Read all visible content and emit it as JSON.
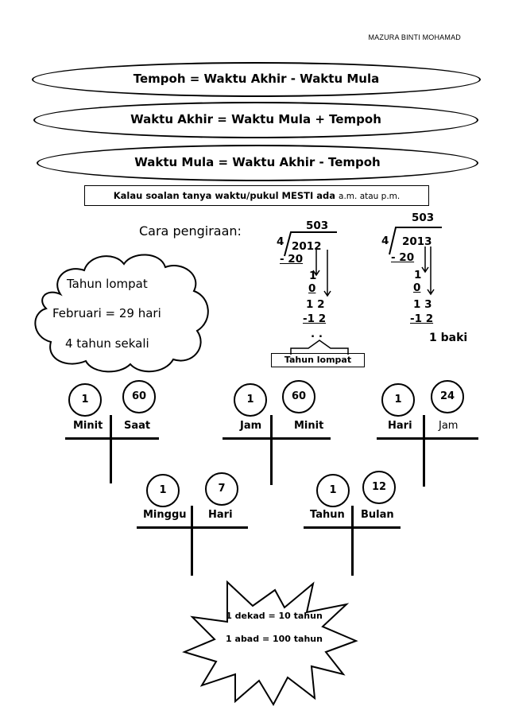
{
  "author": "MAZURA BINTI MOHAMAD",
  "formulas": {
    "f1": "Tempoh = Waktu Akhir - Waktu Mula",
    "f2": "Waktu Akhir = Waktu Mula + Tempoh",
    "f3": "Waktu Mula = Waktu Akhir - Tempoh"
  },
  "note": {
    "text": "Kalau soalan tanya waktu/pukul MESTI ada",
    "ampm": "a.m. atau  p.m."
  },
  "cara": "Cara pengiraan:",
  "cloud": {
    "line1": "Tahun lompat",
    "line2": "Februari = 29 hari",
    "line3": "4 tahun sekali"
  },
  "division_left": {
    "quotient": "503",
    "divisor": "4",
    "dividend": "2012",
    "sub1": "- 20",
    "r1": "1",
    "r2": "0",
    "r3": "1 2",
    "sub3": "-1 2",
    "result": ". .",
    "label": "Tahun lompat"
  },
  "division_right": {
    "quotient": "503",
    "divisor": "4",
    "dividend": "2013",
    "sub1": "- 20",
    "r1": "1",
    "r2": "0",
    "r3": "1 3",
    "sub3": "-1 2",
    "baki": "1 baki"
  },
  "conversions": [
    {
      "a": "1",
      "b": "60",
      "ua": "Minit",
      "ub": "Saat"
    },
    {
      "a": "1",
      "b": "60",
      "ua": "Jam",
      "ub": "Minit"
    },
    {
      "a": "1",
      "b": "24",
      "ua": "Hari",
      "ub": "Jam"
    },
    {
      "a": "1",
      "b": "7",
      "ua": "Minggu",
      "ub": "Hari"
    },
    {
      "a": "1",
      "b": "12",
      "ua": "Tahun",
      "ub": "Bulan"
    }
  ],
  "star": {
    "line1": "1 dekad = 10 tahun",
    "line2": "1 abad = 100 tahun"
  }
}
